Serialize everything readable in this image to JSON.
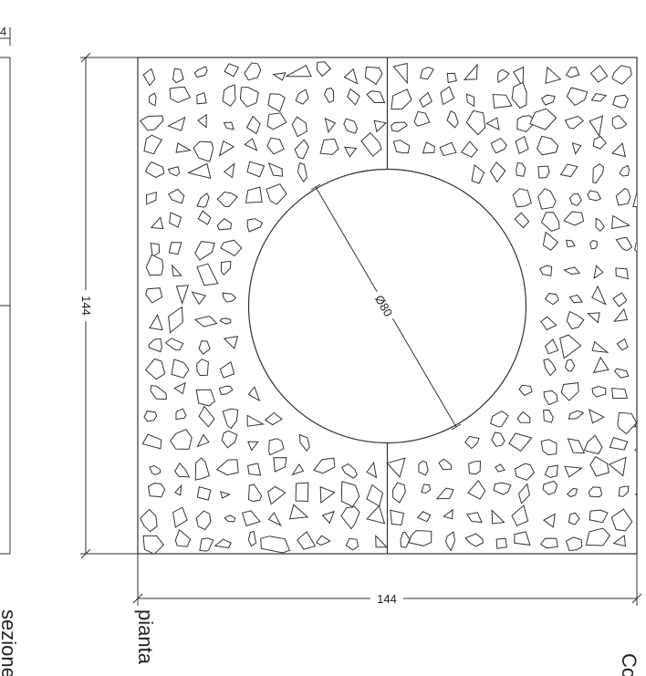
{
  "drawing": {
    "plate": {
      "width_label": "144",
      "height_label": "144"
    },
    "opening": {
      "diameter_label": "Ø80"
    },
    "edge_dimension_label": "4",
    "captions": {
      "plan": "pianta",
      "section": "sezione",
      "right": "Co"
    },
    "pattern": "voronoi-perforated",
    "colors": {
      "line": "#333333",
      "background": "#ffffff"
    }
  }
}
